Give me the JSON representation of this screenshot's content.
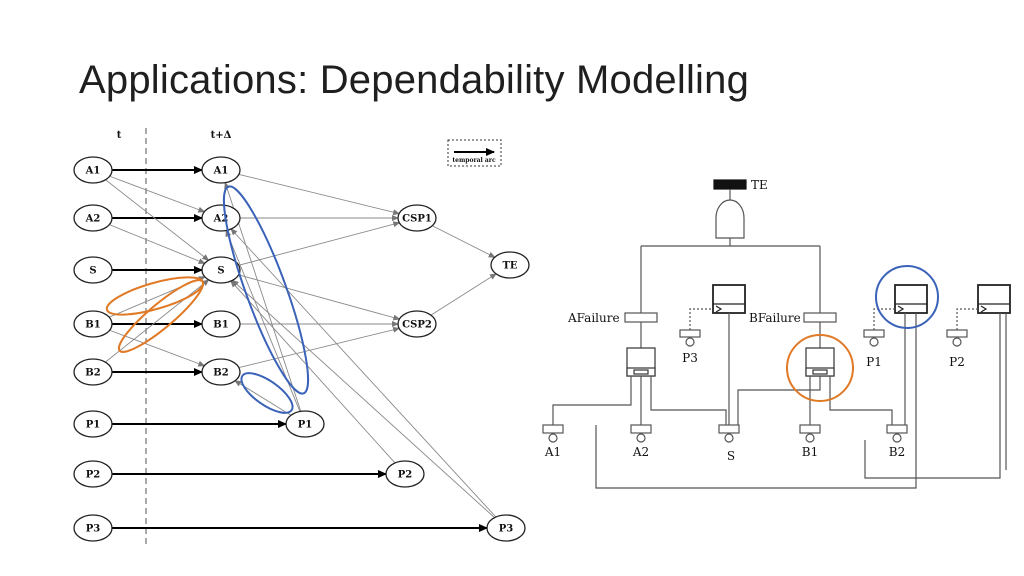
{
  "slide": {
    "title": "Applications: Dependability Modelling"
  },
  "dbn": {
    "time_labels": {
      "t": "t",
      "t_delta": "t+Δ"
    },
    "legend": {
      "label": "temporal arc"
    },
    "slice_t": [
      {
        "id": "A1",
        "label": "A1"
      },
      {
        "id": "A2",
        "label": "A2"
      },
      {
        "id": "S",
        "label": "S"
      },
      {
        "id": "B1",
        "label": "B1"
      },
      {
        "id": "B2",
        "label": "B2"
      },
      {
        "id": "P1",
        "label": "P1"
      },
      {
        "id": "P2",
        "label": "P2"
      },
      {
        "id": "P3",
        "label": "P3"
      }
    ],
    "slice_t_delta": [
      {
        "id": "A1",
        "label": "A1"
      },
      {
        "id": "A2",
        "label": "A2"
      },
      {
        "id": "S",
        "label": "S"
      },
      {
        "id": "B1",
        "label": "B1"
      },
      {
        "id": "B2",
        "label": "B2"
      },
      {
        "id": "P1",
        "label": "P1"
      },
      {
        "id": "P2",
        "label": "P2"
      },
      {
        "id": "P3",
        "label": "P3"
      }
    ],
    "csp_nodes": [
      {
        "id": "CSP1",
        "label": "CSP1"
      },
      {
        "id": "CSP2",
        "label": "CSP2"
      }
    ],
    "top_event": {
      "id": "TE",
      "label": "TE"
    },
    "highlight_colors": {
      "orange": "#e07a26",
      "blue": "#3a62b8"
    }
  },
  "fault_tree": {
    "top_event": "TE",
    "failure_labels": {
      "a": "AFailure",
      "b": "BFailure"
    },
    "basic_events": [
      "A1",
      "A2",
      "S",
      "B1",
      "B2"
    ],
    "inputs": [
      "P3",
      "P1",
      "P2"
    ]
  }
}
